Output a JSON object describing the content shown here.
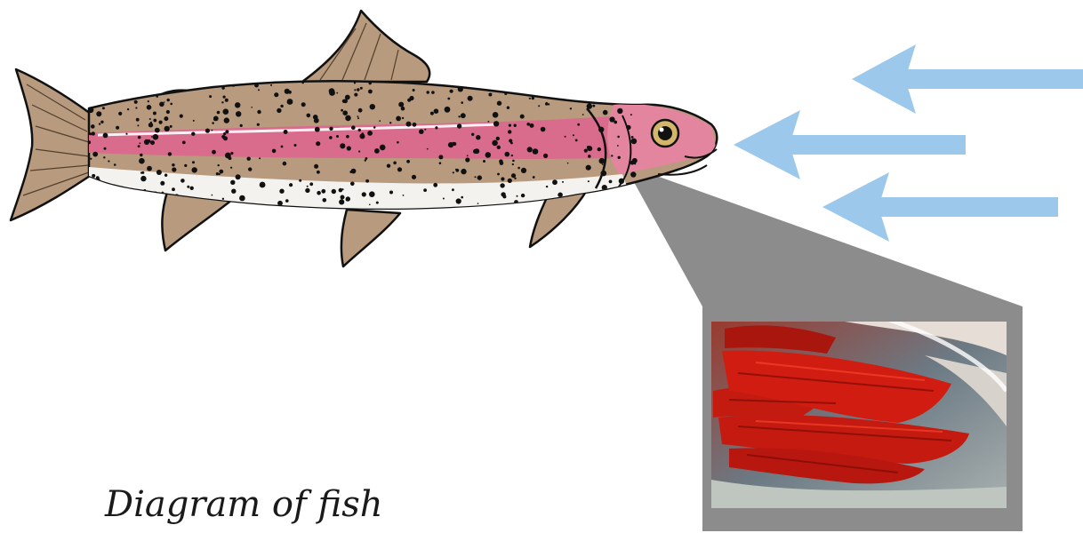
{
  "caption": "Diagram of fish",
  "colors": {
    "arrow": "#9cc8ec",
    "zoom_frame": "#8c8c8c",
    "fish_body_tan": "#b89a7e",
    "fish_stripe_pink": "#d96b8c",
    "fish_belly": "#f4f2ef",
    "gill_red": "#c41a10"
  },
  "elements": {
    "fish": "rainbow-trout-illustration",
    "water_flow": "water-flow-arrows",
    "zoom": "gill-closeup-photo"
  }
}
